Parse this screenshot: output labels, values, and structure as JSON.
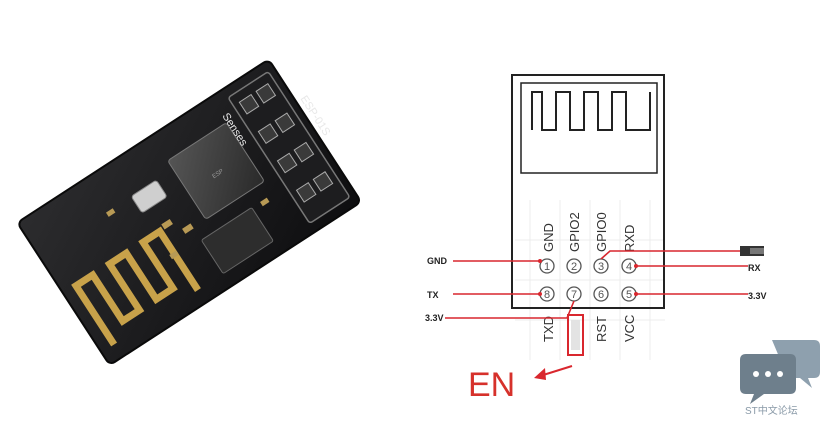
{
  "module_photo": {
    "silk_left": "Senses",
    "silk_right": "ESP-01S",
    "chip_text": "ESP"
  },
  "diagram": {
    "top_pins": [
      {
        "label": "GND",
        "num": "1"
      },
      {
        "label": "GPIO2",
        "num": "2"
      },
      {
        "label": "GPIO0",
        "num": "3"
      },
      {
        "label": "RXD",
        "num": "4"
      }
    ],
    "bottom_pins": [
      {
        "label": "TXD",
        "num": "8"
      },
      {
        "label": "",
        "num": "7"
      },
      {
        "label": "RST",
        "num": "6"
      },
      {
        "label": "VCC",
        "num": "5"
      }
    ],
    "wires": {
      "gnd": "GND",
      "tx": "TX",
      "v33_left": "3.3V",
      "rx": "RX",
      "v33_right": "3.3V"
    },
    "en_label": "EN",
    "wire_color": "#d9272e"
  },
  "watermark": {
    "text": "ST中文论坛"
  }
}
